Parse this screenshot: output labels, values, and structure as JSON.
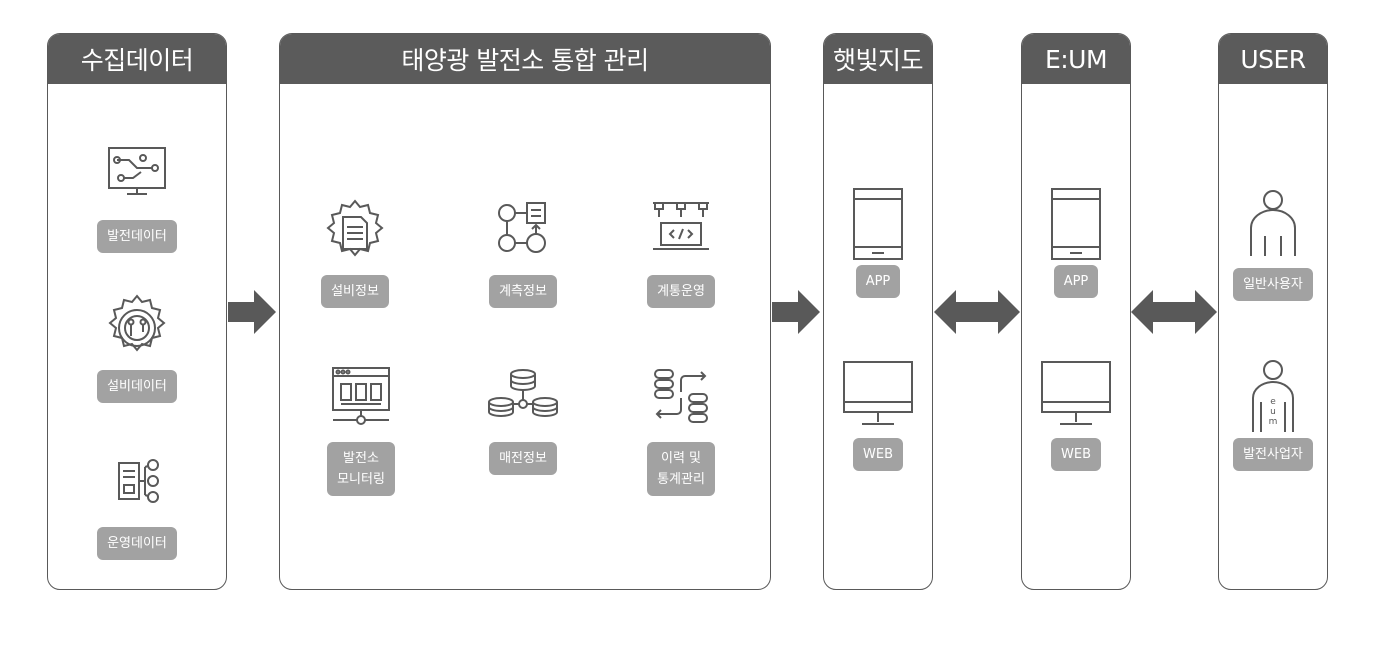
{
  "panels": {
    "collect": {
      "title": "수집데이터",
      "items": [
        "발전데이터",
        "설비데이터",
        "운영데이터"
      ]
    },
    "manage": {
      "title": "태양광 발전소 통합 관리",
      "items": [
        "설비정보",
        "계측정보",
        "계통운영",
        "발전소",
        "모니터링",
        "매전정보",
        "이력 및",
        "통계관리"
      ]
    },
    "sunmap": {
      "title": "햇빛지도",
      "items": [
        "APP",
        "WEB"
      ]
    },
    "eum": {
      "title": "E:UM",
      "items": [
        "APP",
        "WEB"
      ]
    },
    "user": {
      "title": "USER",
      "items": [
        "일반사용자",
        "발전사업자"
      ]
    }
  },
  "icons": {
    "collect": [
      "monitor-circuit-icon",
      "gear-chip-icon",
      "server-network-icon"
    ],
    "manage": [
      "gear-document-icon",
      "flow-measure-icon",
      "network-code-icon",
      "web-dashboard-icon",
      "database-network-icon",
      "database-transfer-icon"
    ],
    "devices": [
      "tablet-icon",
      "desktop-monitor-icon"
    ],
    "users": [
      "person-icon",
      "person-badge-icon"
    ]
  },
  "colors": {
    "header": "#5b5b5b",
    "badge": "#a2a2a2",
    "arrow": "#595959",
    "line": "#595959"
  }
}
